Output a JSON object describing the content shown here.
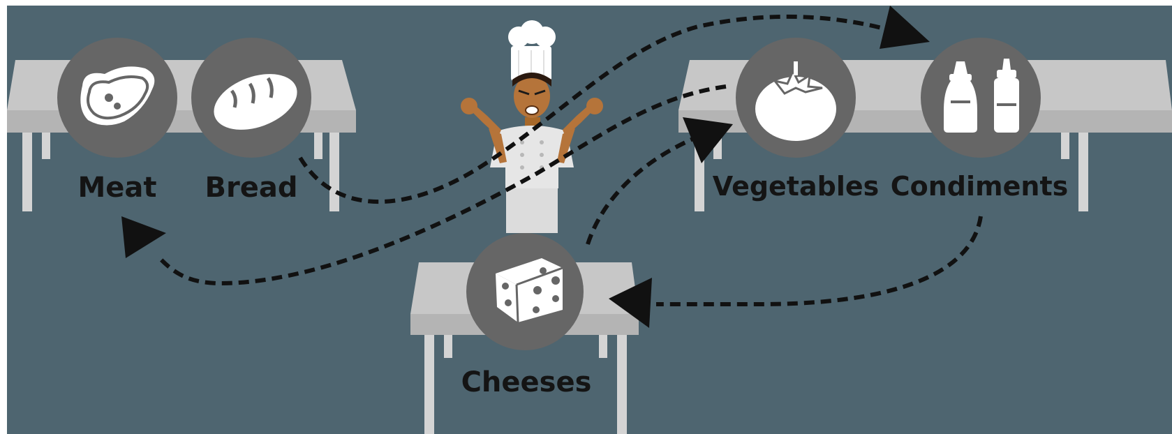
{
  "colors": {
    "background": "#4e6570",
    "table_top": "#c7c7c7",
    "table_front": "#b4b4b4",
    "table_legs": "#d4d4d4",
    "icon_circle": "#666666",
    "icon_glyph": "#ffffff",
    "label_text": "#141414",
    "arrow": "#111111"
  },
  "stations": [
    {
      "key": "meat",
      "label": "Meat",
      "icon": "steak-icon"
    },
    {
      "key": "bread",
      "label": "Bread",
      "icon": "bread-icon"
    },
    {
      "key": "vegetables",
      "label": "Vegetables",
      "icon": "tomato-icon"
    },
    {
      "key": "condiments",
      "label": "Condiments",
      "icon": "condiment-bottles-icon"
    },
    {
      "key": "cheeses",
      "label": "Cheeses",
      "icon": "cheese-icon"
    }
  ],
  "figure": {
    "icon": "chef-icon"
  },
  "arrows": [
    {
      "from": "bread",
      "to": "condiments"
    },
    {
      "from": "condiments",
      "to": "cheeses"
    },
    {
      "from": "cheeses",
      "to": "vegetables"
    },
    {
      "from": "vegetables",
      "to": "meat"
    }
  ]
}
